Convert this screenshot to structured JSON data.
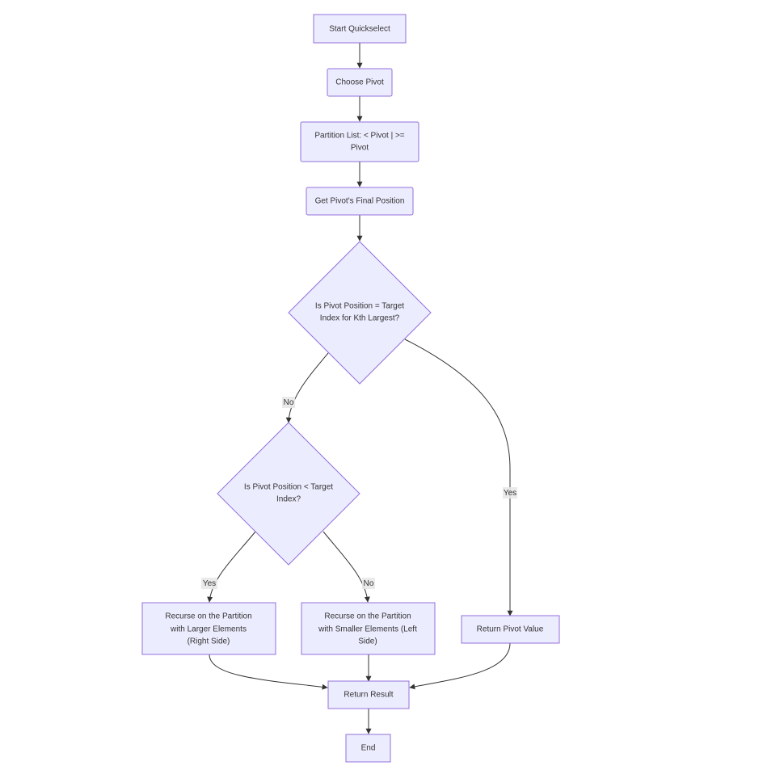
{
  "nodes": {
    "start": "Start Quickselect",
    "choose_pivot": "Choose Pivot",
    "partition": [
      "Partition List: < Pivot | >=",
      "Pivot"
    ],
    "final_position": "Get Pivot's Final Position",
    "decision_equal": [
      "Is Pivot Position = Target",
      "Index for Kth Largest?"
    ],
    "decision_less": [
      "Is Pivot Position < Target",
      "Index?"
    ],
    "recurse_right": [
      "Recurse on the Partition",
      "with Larger Elements",
      "(Right Side)"
    ],
    "recurse_left": [
      "Recurse on the Partition",
      "with Smaller Elements (Left",
      "Side)"
    ],
    "return_pivot": "Return Pivot Value",
    "return_result": "Return Result",
    "end": "End"
  },
  "edge_labels": {
    "equal_no": "No",
    "equal_yes": "Yes",
    "less_yes": "Yes",
    "less_no": "No"
  },
  "colors": {
    "node_fill": "#ECECFF",
    "node_stroke": "#9370DB",
    "edge": "#333333",
    "label_bg": "#e8e8e8"
  }
}
